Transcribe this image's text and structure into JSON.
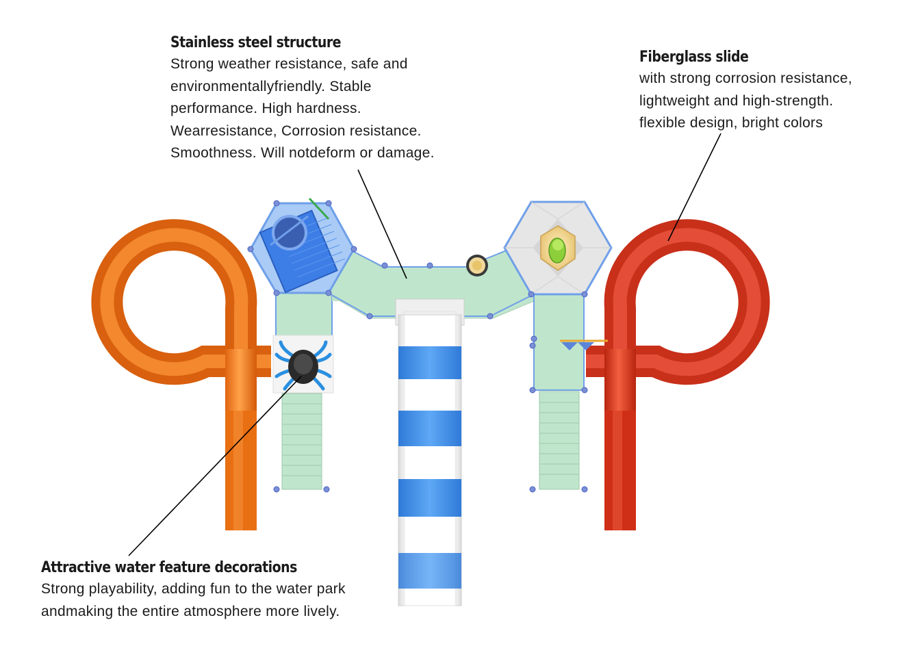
{
  "callouts": {
    "steel": {
      "title": "Stainless steel structure",
      "lines": [
        "Strong weather resistance, safe and",
        "environmentallyfriendly. Stable",
        "performance. High hardness.",
        "Wearresistance, Corrosion resistance.",
        "Smoothness. Will notdeform or damage."
      ]
    },
    "fiberglass": {
      "title": "Fiberglass slide",
      "lines": [
        "with strong corrosion resistance,",
        "lightweight and high-strength.",
        "flexible design, bright colors"
      ]
    },
    "water": {
      "title": "Attractive water feature decorations",
      "lines": [
        "Strong playability, adding fun to the water park",
        "andmaking the entire atmosphere more lively."
      ]
    }
  },
  "colors": {
    "deck_green": "#bfe6cc",
    "frame_blue": "#6f9fe8",
    "slide_orange": "#f07a18",
    "slide_red": "#d83a1c",
    "center_slide_blue": "#3f8fe8",
    "tower_blue": "#3d7ee6",
    "tower_grey": "#e6e6e6"
  }
}
